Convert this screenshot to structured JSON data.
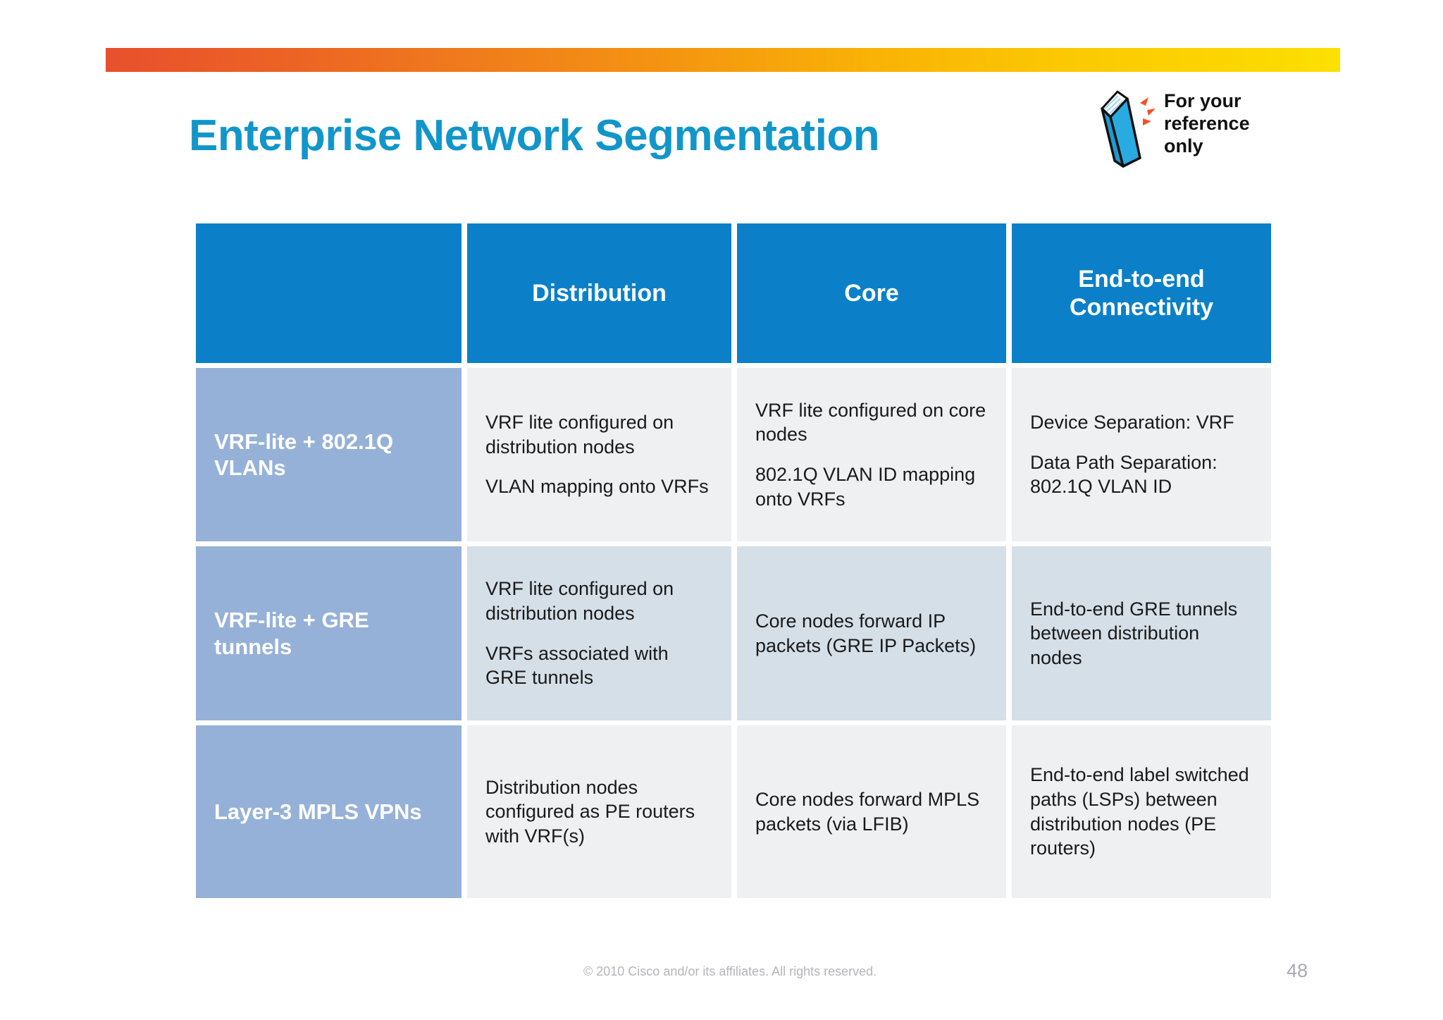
{
  "header": {
    "gradient_start": "#e8502e",
    "gradient_end": "#fce100"
  },
  "title": "Enterprise Network Segmentation",
  "title_color": "#1296ca",
  "badge": {
    "icon": "book-icon",
    "line1": "For your",
    "line2": "reference",
    "line3": "only",
    "book_color": "#29abe2",
    "spark_color": "#f4511e"
  },
  "table": {
    "header_color": "#0b80c8",
    "label_color": "#96b1d8",
    "columns": [
      "",
      "Distribution",
      "Core",
      "End-to-end Connectivity"
    ],
    "rows": [
      {
        "label": "VRF-lite + 802.1Q VLANs",
        "distribution": [
          "VRF lite configured on distribution nodes",
          "VLAN mapping onto VRFs"
        ],
        "core": [
          "VRF lite configured on core nodes",
          "802.1Q VLAN ID mapping onto VRFs"
        ],
        "connectivity": [
          "Device Separation: VRF",
          "Data Path Separation: 802.1Q VLAN ID"
        ],
        "shade": "light"
      },
      {
        "label": "VRF-lite + GRE tunnels",
        "distribution": [
          "VRF lite configured on distribution nodes",
          "VRFs associated with GRE tunnels"
        ],
        "core": [
          "Core nodes forward IP packets (GRE IP Packets)"
        ],
        "connectivity": [
          "End-to-end GRE tunnels between distribution nodes"
        ],
        "shade": "alt"
      },
      {
        "label": "Layer-3 MPLS VPNs",
        "distribution": [
          "Distribution nodes configured as PE routers with VRF(s)"
        ],
        "core": [
          "Core nodes forward MPLS packets (via LFIB)"
        ],
        "connectivity": [
          "End-to-end label switched paths (LSPs) between distribution nodes (PE routers)"
        ],
        "shade": "light"
      }
    ]
  },
  "footer": {
    "copyright": "© 2010 Cisco and/or its affiliates. All rights reserved.",
    "page_number": "48"
  }
}
